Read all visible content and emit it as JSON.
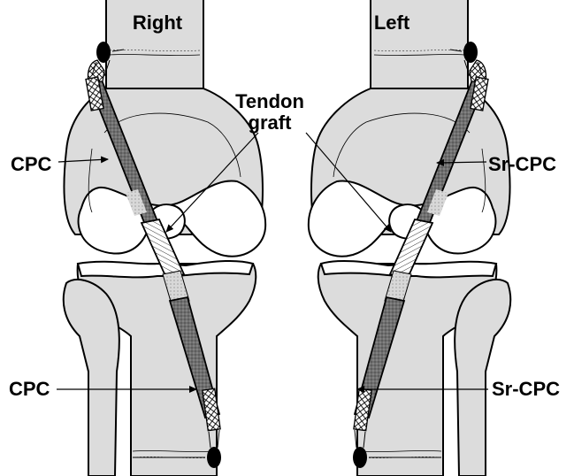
{
  "labels": {
    "right_title": "Right",
    "left_title": "Left",
    "tendon_line1": "Tendon",
    "tendon_line2": "graft",
    "right_upper": "CPC",
    "right_lower": "CPC",
    "left_upper": "Sr-CPC",
    "left_lower": "Sr-CPC"
  },
  "colors": {
    "bone": "#dcdcdc",
    "cartilage": "#ffffff",
    "graft": "#6f6f6f",
    "outline": "#000000"
  }
}
